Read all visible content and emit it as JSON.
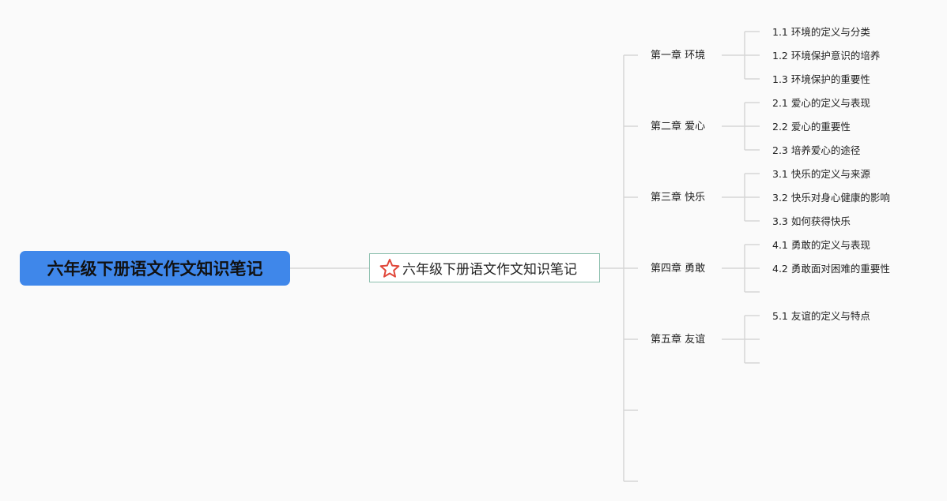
{
  "root": {
    "title": "六年级下册语文作文知识笔记"
  },
  "main": {
    "title": "六年级下册语文作文知识笔记",
    "icon": "star-icon"
  },
  "chapters": [
    {
      "title": "第一章 环境",
      "sections": [
        "1.1 环境的定义与分类",
        "1.2 环境保护意识的培养",
        "1.3 环境保护的重要性"
      ]
    },
    {
      "title": "第二章 爱心",
      "sections": [
        "2.1 爱心的定义与表现",
        "2.2 爱心的重要性",
        "2.3 培养爱心的途径"
      ]
    },
    {
      "title": "第三章 快乐",
      "sections": [
        "3.1 快乐的定义与来源",
        "3.2 快乐对身心健康的影响",
        "3.3 如何获得快乐"
      ]
    },
    {
      "title": "第四章 勇敢",
      "sections": [
        "4.1 勇敢的定义与表现",
        "4.2 勇敢面对困难的重要性",
        ""
      ]
    },
    {
      "title": "第五章 友谊",
      "sections": [
        "5.1 友谊的定义与特点",
        "",
        ""
      ]
    },
    {
      "title": "",
      "sections": []
    },
    {
      "title": "",
      "sections": []
    }
  ],
  "colors": {
    "root_fill": "#3f87ea",
    "main_border": "#8cbfae",
    "star": "#e0473a",
    "line": "#d6d6d6"
  }
}
